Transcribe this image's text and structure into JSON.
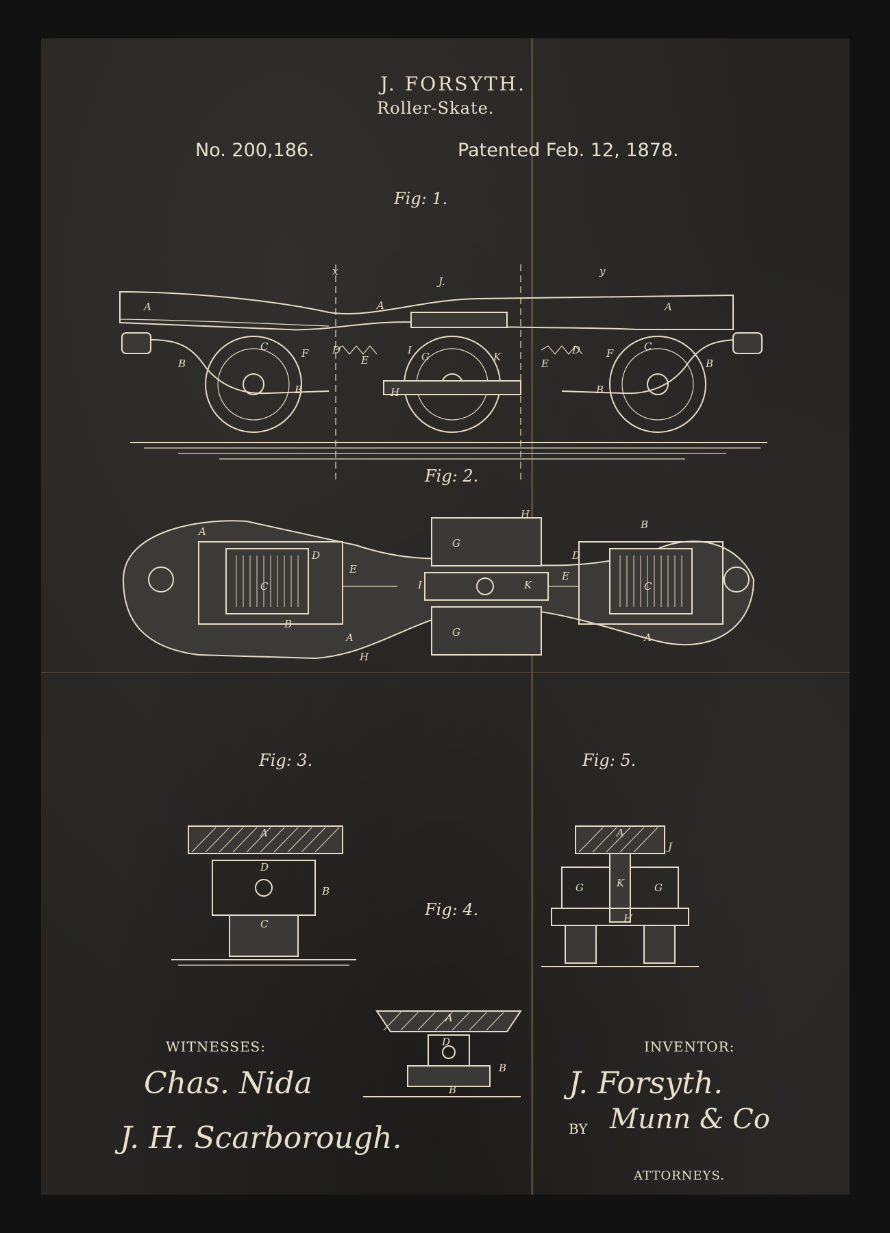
{
  "header": {
    "inventor": "J. FORSYTH.",
    "invention": "Roller-Skate.",
    "patent_number": "No. 200,186.",
    "patent_date": "Patented Feb. 12, 1878."
  },
  "figures": {
    "fig1": "Fig: 1.",
    "fig2": "Fig: 2.",
    "fig3": "Fig: 3.",
    "fig4": "Fig: 4.",
    "fig5": "Fig: 5."
  },
  "footer": {
    "witnesses_label": "WITNESSES:",
    "witness_1": "Chas. Nida",
    "witness_2": "J. H. Scarborough.",
    "inventor_label": "INVENTOR:",
    "inventor_signature": "J. Forsyth.",
    "by_label": "BY",
    "attorney_signature": "Munn & Co",
    "attorneys_label": "ATTORNEYS."
  }
}
